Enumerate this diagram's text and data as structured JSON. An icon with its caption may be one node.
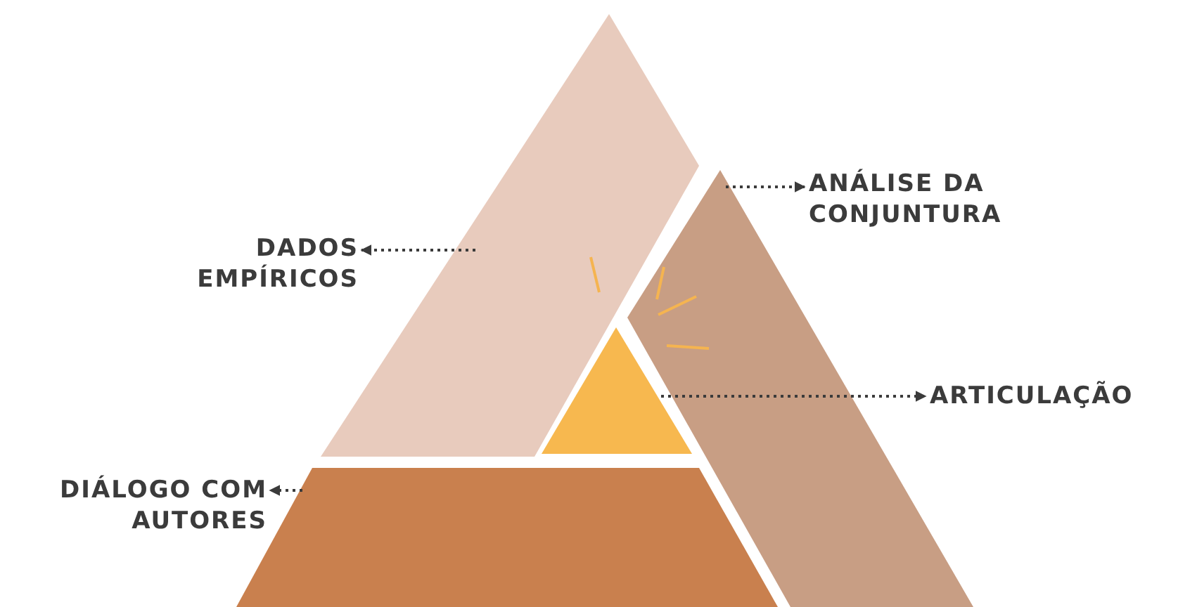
{
  "diagram": {
    "nodes": [
      {
        "text": [
          "DADOS EMPÍRICOS"
        ]
      },
      {
        "text": [
          "ANÁLISE DA CONJUNTURA"
        ]
      },
      {
        "text": [
          "ARTICULAÇÃO"
        ]
      },
      {
        "text": [
          "DIÁLOGO COM AUTORES"
        ]
      },
      {
        "text": [],
        "shape": "band"
      },
      {
        "text": [],
        "shape": "band"
      },
      {
        "text": [],
        "shape": "triangle"
      },
      {
        "text": [],
        "shape": "trapezoid"
      }
    ],
    "edges": [
      {
        "from": 4,
        "to": 0,
        "arrow": "to",
        "style": "dashed"
      },
      {
        "from": 5,
        "to": 1,
        "arrow": "to",
        "style": "dashed"
      },
      {
        "from": 6,
        "to": 2,
        "arrow": "to",
        "style": "dashed"
      },
      {
        "from": 7,
        "to": 3,
        "arrow": "to",
        "style": "dashed"
      }
    ]
  }
}
